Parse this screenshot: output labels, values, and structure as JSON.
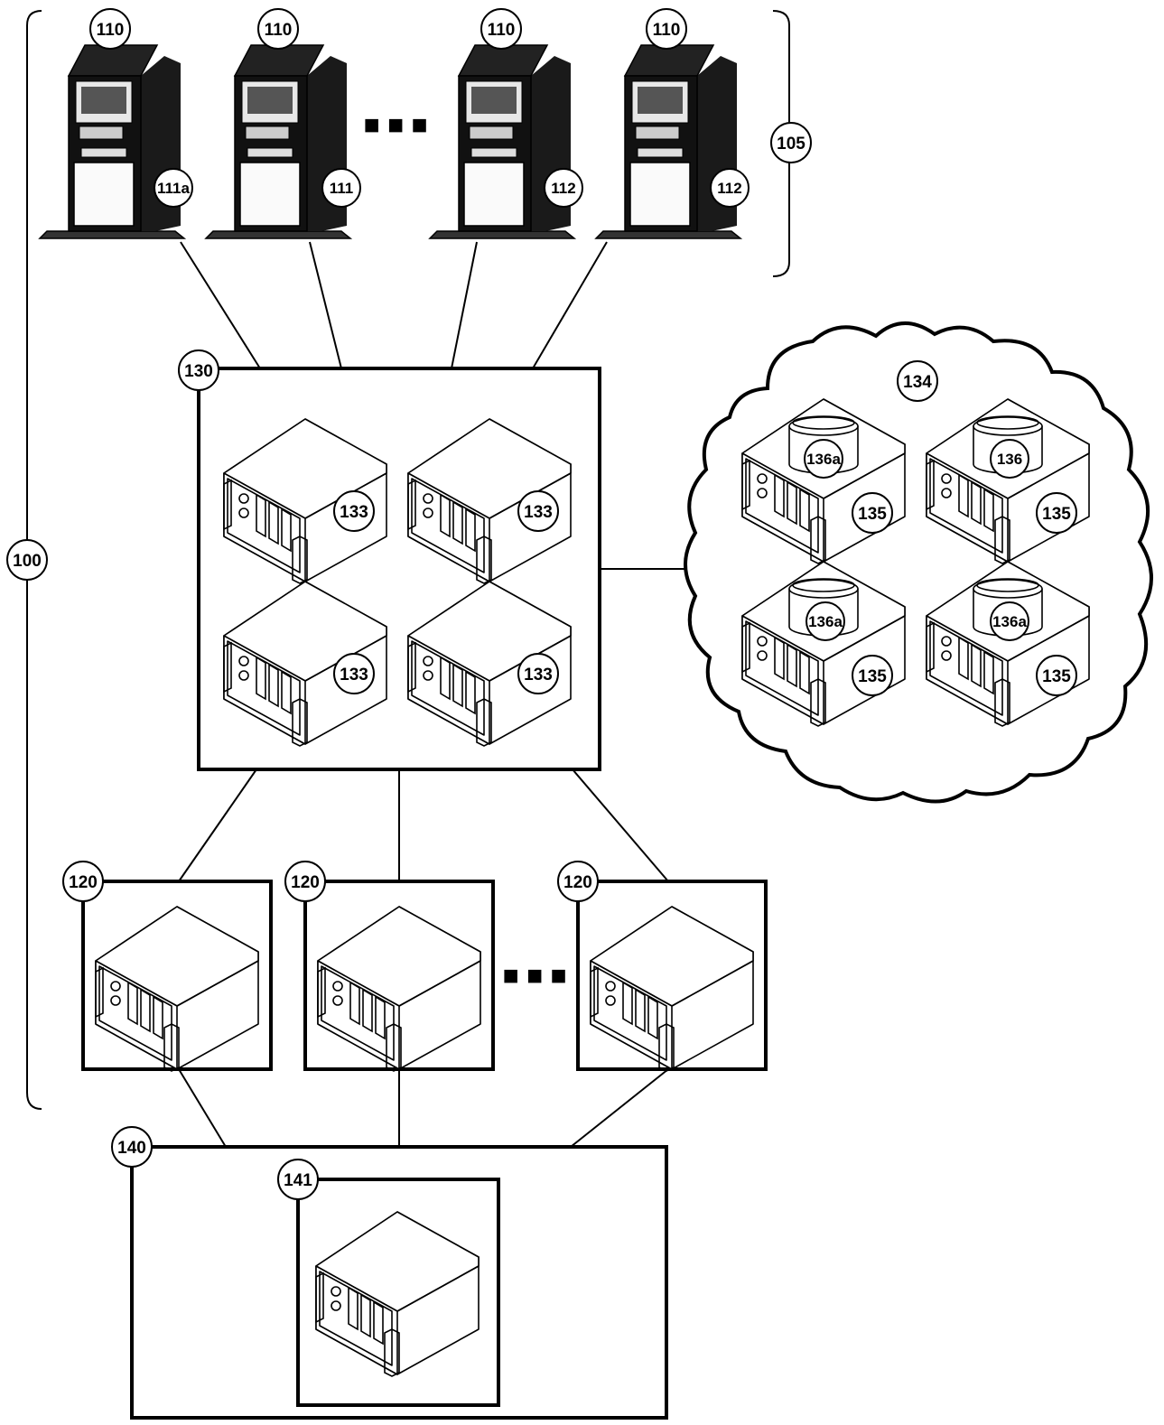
{
  "labels": {
    "system": "100",
    "kiosk_group": "105",
    "kiosk_a": "110",
    "kiosk_b": "110",
    "kiosk_c": "110",
    "kiosk_d": "110",
    "kiosk_a_sub": "111a",
    "kiosk_b_sub": "111",
    "kiosk_c_sub": "112",
    "kiosk_d_sub": "112",
    "central_box": "130",
    "central_server": "133",
    "cloud": "134",
    "cloud_server": "135",
    "db_1": "136a",
    "db_2": "136",
    "db_3": "136a",
    "db_4": "136a",
    "regional_server": "120",
    "external_box": "140",
    "external_server": "141"
  },
  "ellipsis": "■ ■ ■",
  "colors": {
    "stroke": "#000000",
    "background": "#ffffff",
    "kiosk_body": "#111111"
  }
}
